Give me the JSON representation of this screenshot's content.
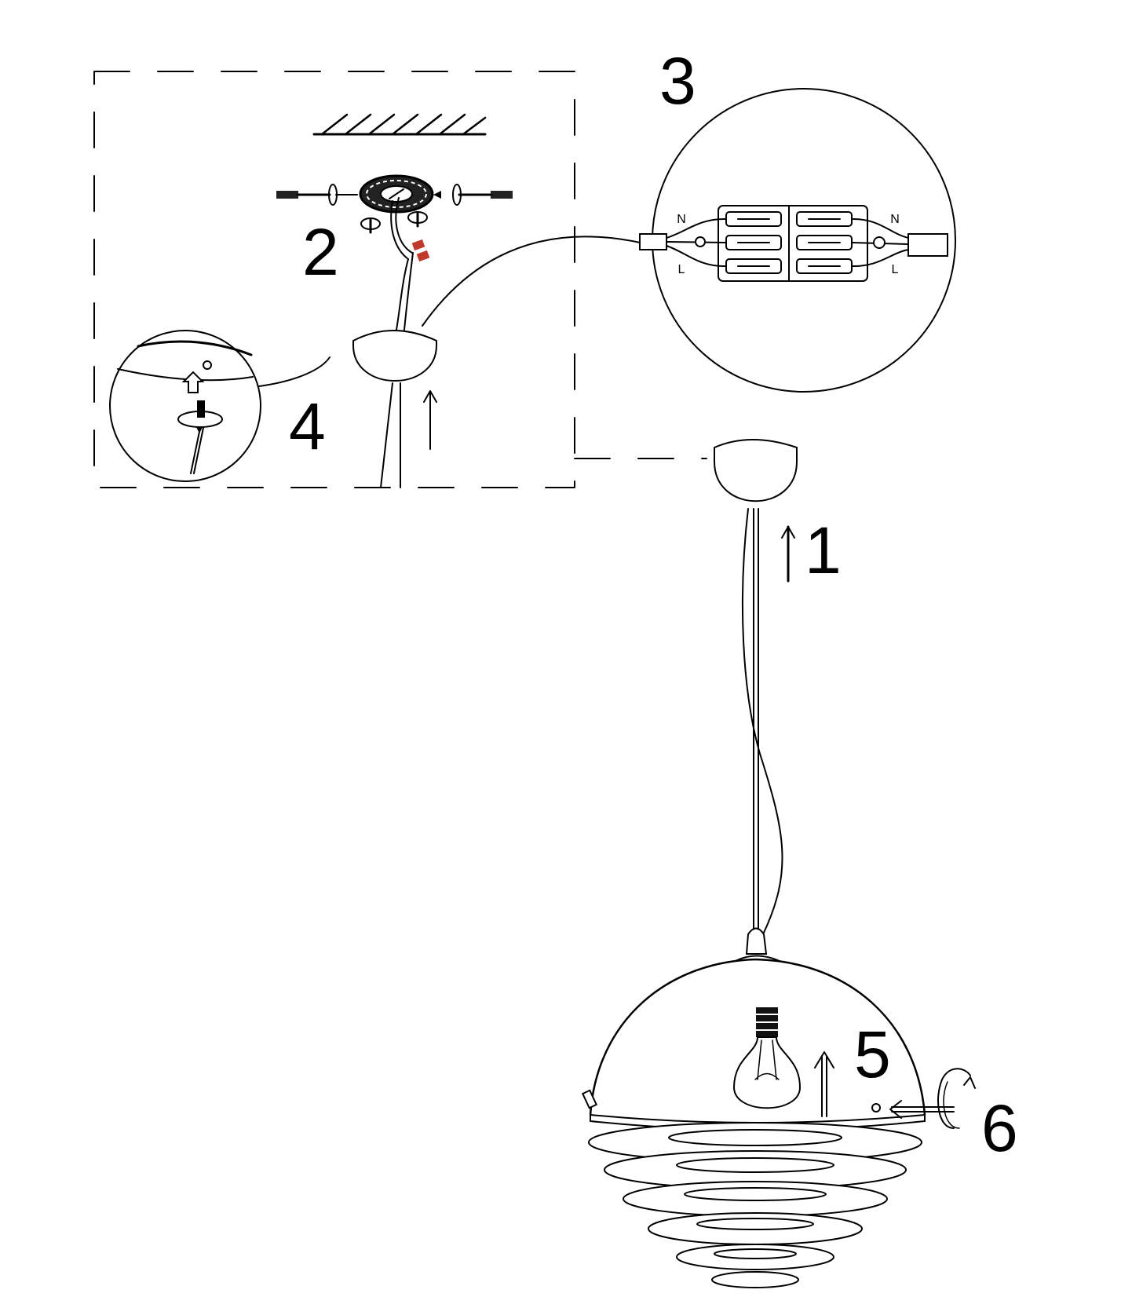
{
  "steps": [
    {
      "number": "1"
    },
    {
      "number": "2"
    },
    {
      "number": "3"
    },
    {
      "number": "4"
    },
    {
      "number": "5"
    },
    {
      "number": "6"
    }
  ],
  "connector_letters": {
    "left_top": "N",
    "left_bottom": "L",
    "right_top": "N",
    "right_bottom": "L"
  },
  "colors": {
    "line": "#000000",
    "wire_cap": "#c0392b",
    "background": "#ffffff"
  }
}
